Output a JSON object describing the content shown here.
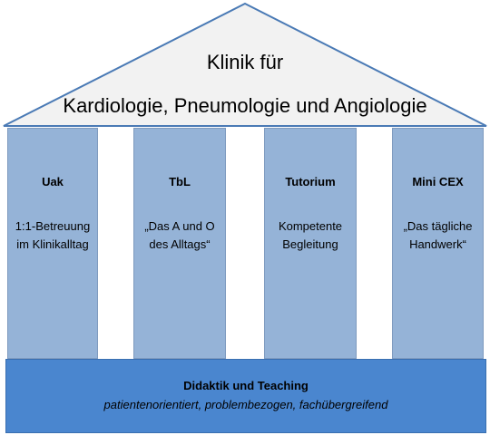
{
  "roof": {
    "line1": "Klinik für",
    "line2": "Kardiologie, Pneumologie und Angiologie",
    "fill": "#f2f2f2",
    "stroke": "#4a7ab5"
  },
  "pillars": [
    {
      "title": "Uak",
      "desc": [
        "1:1-Betreuung",
        "im Klinikalltag"
      ]
    },
    {
      "title": "TbL",
      "desc": [
        "„Das A und O",
        "des Alltags“"
      ]
    },
    {
      "title": "Tutorium",
      "desc": [
        "Kompetente",
        "Begleitung"
      ]
    },
    {
      "title": "Mini CEX",
      "desc": [
        "„Das tägliche",
        "Handwerk“"
      ]
    }
  ],
  "foundation": {
    "title": "Didaktik und Teaching",
    "subtitle": "patientenorientiert, problembezogen, fachübergreifend"
  },
  "colors": {
    "pillar": "#95b3d7",
    "foundation": "#4a86cf"
  }
}
